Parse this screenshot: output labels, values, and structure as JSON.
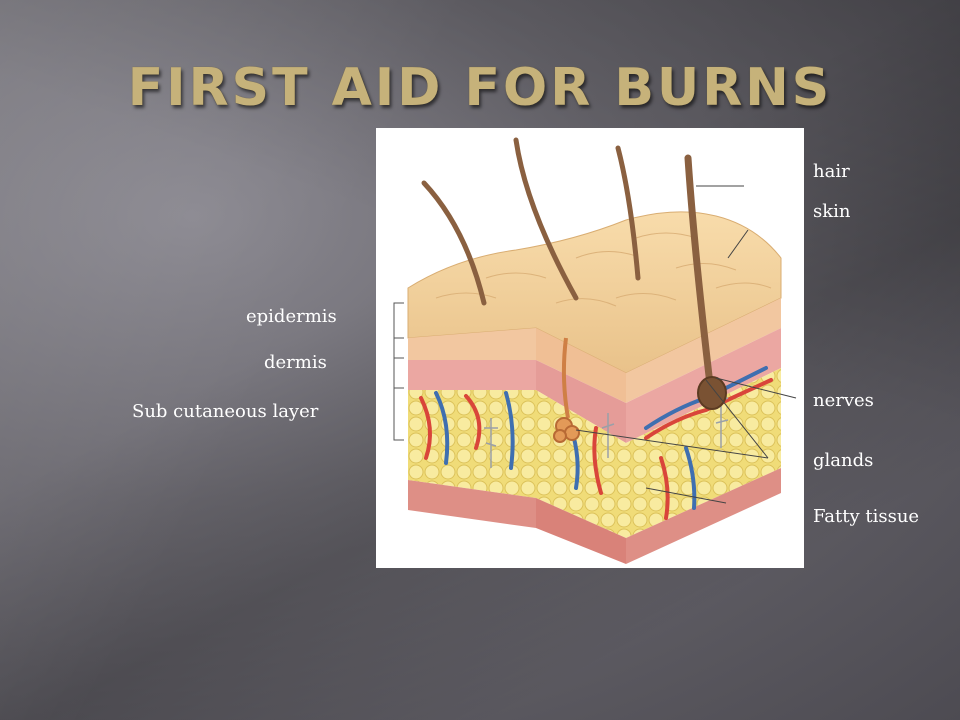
{
  "slide": {
    "title": "FIRST AID FOR BURNS"
  },
  "diagram": {
    "left_labels": [
      "epidermis",
      "dermis",
      "Sub cutaneous layer"
    ],
    "right_labels": [
      "hair",
      "skin",
      "nerves",
      "glands",
      "Fatty tissue"
    ]
  },
  "colors": {
    "title": "#c6b27a",
    "label": "#ffffff",
    "epidermis": "#f1cf9a",
    "dermis": "#e8a4a0",
    "fat": "#f3e27e",
    "artery": "#d9453a",
    "vein": "#3f6fb0",
    "hair": "#8a6040"
  }
}
